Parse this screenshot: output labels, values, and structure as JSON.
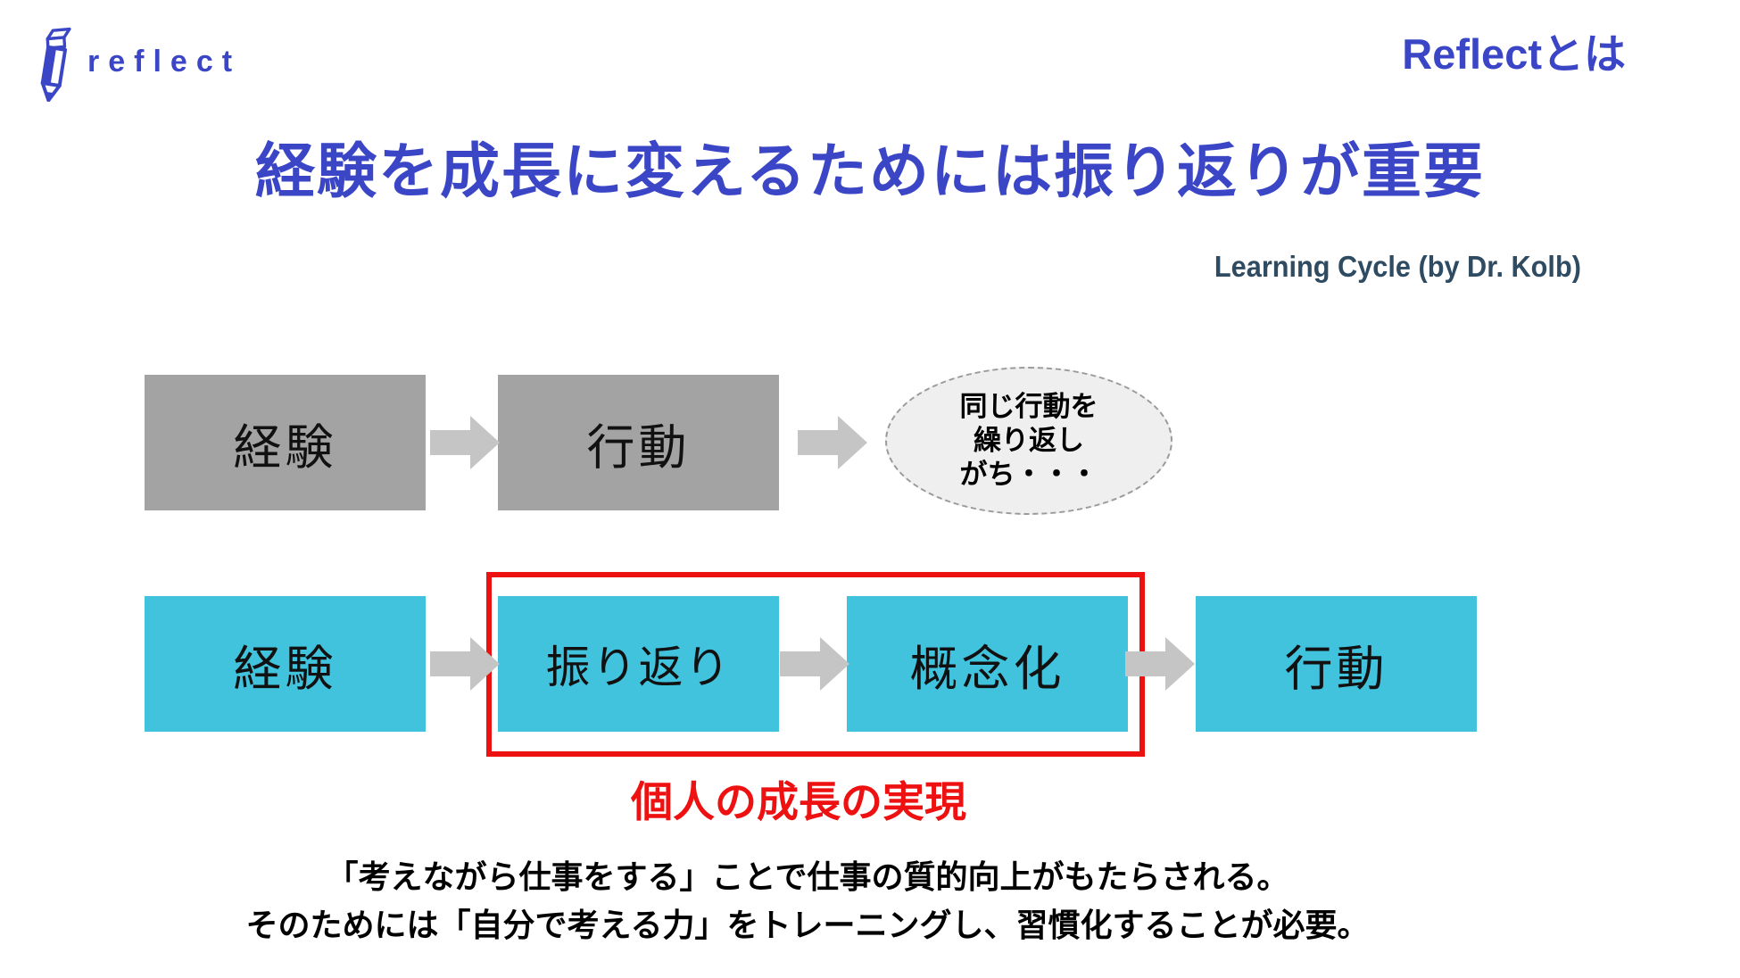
{
  "colors": {
    "brand_blue": "#3b46c6",
    "slate": "#2e4b61",
    "cyan": "#41c3de",
    "gray_box": "#a3a3a3",
    "arrow_gray": "#c5c5c5",
    "bubble_fill": "#efefef",
    "bubble_border": "#9a9a9a",
    "red": "#ee1111",
    "text_black": "#111111"
  },
  "logo": {
    "name": "reflect",
    "icon": "pencil-icon"
  },
  "header": {
    "slide_label": "Reflectとは",
    "title": "経験を成長に変えるためには振り返りが重要",
    "subtitle": "Learning Cycle (by Dr. Kolb)"
  },
  "diagram": {
    "top_row": {
      "boxes": [
        {
          "label": "経験"
        },
        {
          "label": "行動"
        }
      ],
      "bubble": {
        "lines": [
          "同じ行動を",
          "繰り返し",
          "がち・・・"
        ]
      }
    },
    "bottom_row": {
      "boxes": [
        {
          "label": "経験"
        },
        {
          "label": "振り返り"
        },
        {
          "label": "概念化"
        },
        {
          "label": "行動"
        }
      ],
      "highlight_label": "個人の成長の実現"
    }
  },
  "footer": {
    "line1": "「考えながら仕事をする」ことで仕事の質的向上がもたらされる。",
    "line2": "そのためには「自分で考える力」をトレーニングし、習慣化することが必要。"
  }
}
